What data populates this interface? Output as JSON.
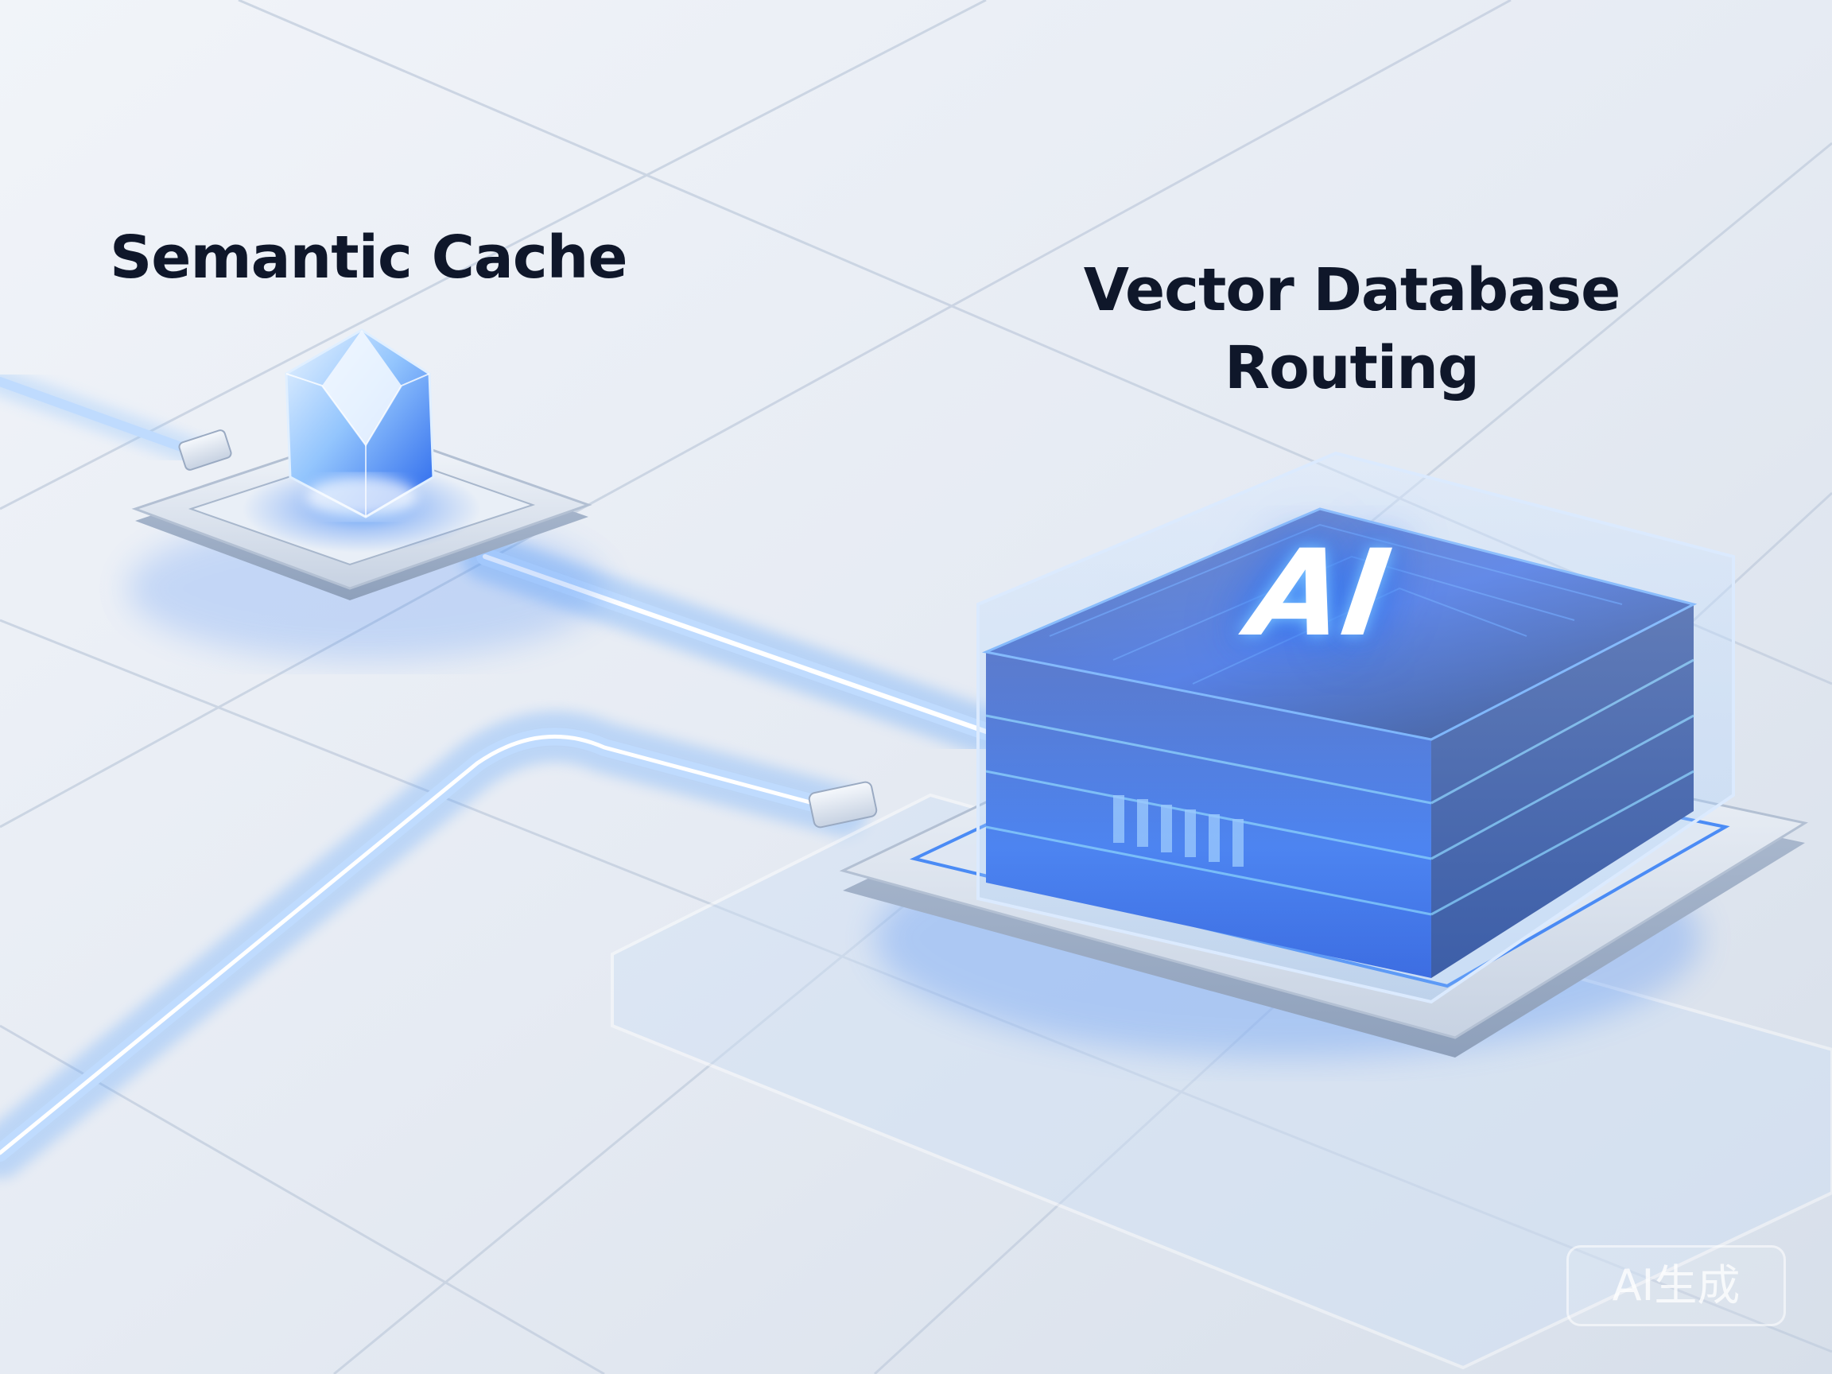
{
  "labels": {
    "semantic_cache": "Semantic Cache",
    "vector_db_line1": "Vector Database",
    "vector_db_line2": "Routing",
    "chip_text": "AI"
  },
  "watermark": {
    "text": "AI生成"
  },
  "colors": {
    "background": "#e8edf5",
    "glow": "#3b82f6",
    "label_text": "#0f172a"
  },
  "icons": {
    "cache_node": "crystal-gem-icon",
    "vector_node": "ai-chip-stack-icon"
  }
}
